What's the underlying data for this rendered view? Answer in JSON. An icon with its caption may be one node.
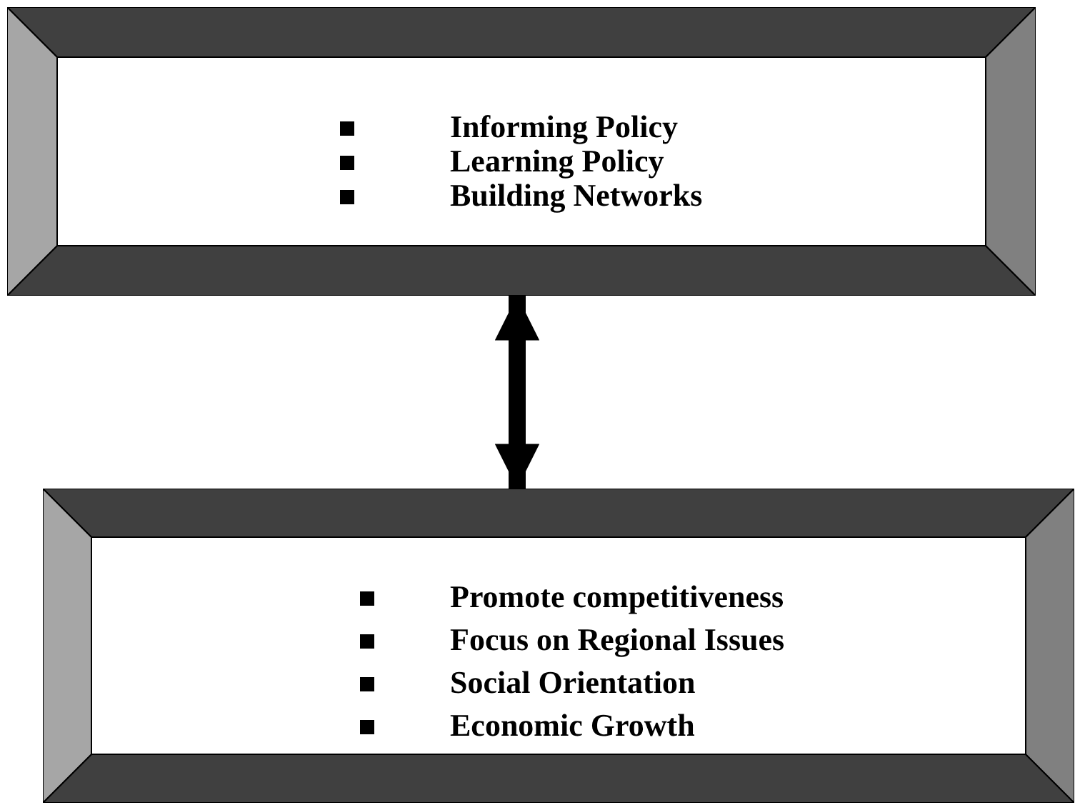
{
  "diagram": {
    "nodes": [
      {
        "text": [
          "Informing Policy",
          "Learning Policy",
          "Building Networks"
        ]
      },
      {
        "text": [
          "Promote competitiveness",
          "Focus on Regional Issues",
          "Social Orientation",
          "Economic Growth"
        ]
      }
    ],
    "edges": [
      {
        "from": 0,
        "to": 1,
        "arrow": "both"
      }
    ]
  }
}
